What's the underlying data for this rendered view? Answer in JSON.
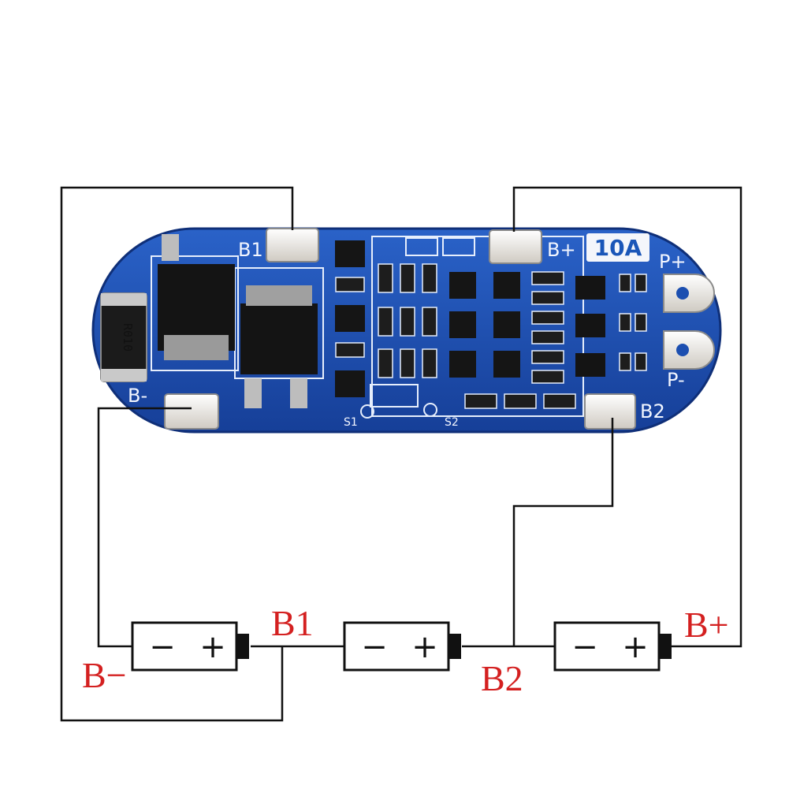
{
  "board": {
    "pad_b1": "B1",
    "pad_bplus": "B+",
    "pad_bminus": "B-",
    "pad_b2": "B2",
    "pad_pplus": "P+",
    "pad_pminus": "P-",
    "rating": "10A",
    "resistor_code": "R010",
    "s1": "S1",
    "s2": "S2"
  },
  "labels": {
    "b_minus": "B−",
    "b1": "B1",
    "b2": "B2",
    "b_plus": "B+"
  },
  "cell": {
    "minus": "−",
    "plus": "+"
  },
  "colors": {
    "wire": "#111111",
    "label": "#d42020",
    "pcb": "#1c4fb0",
    "pcb_dark": "#123a8c",
    "pad": "#e8e6e0"
  }
}
